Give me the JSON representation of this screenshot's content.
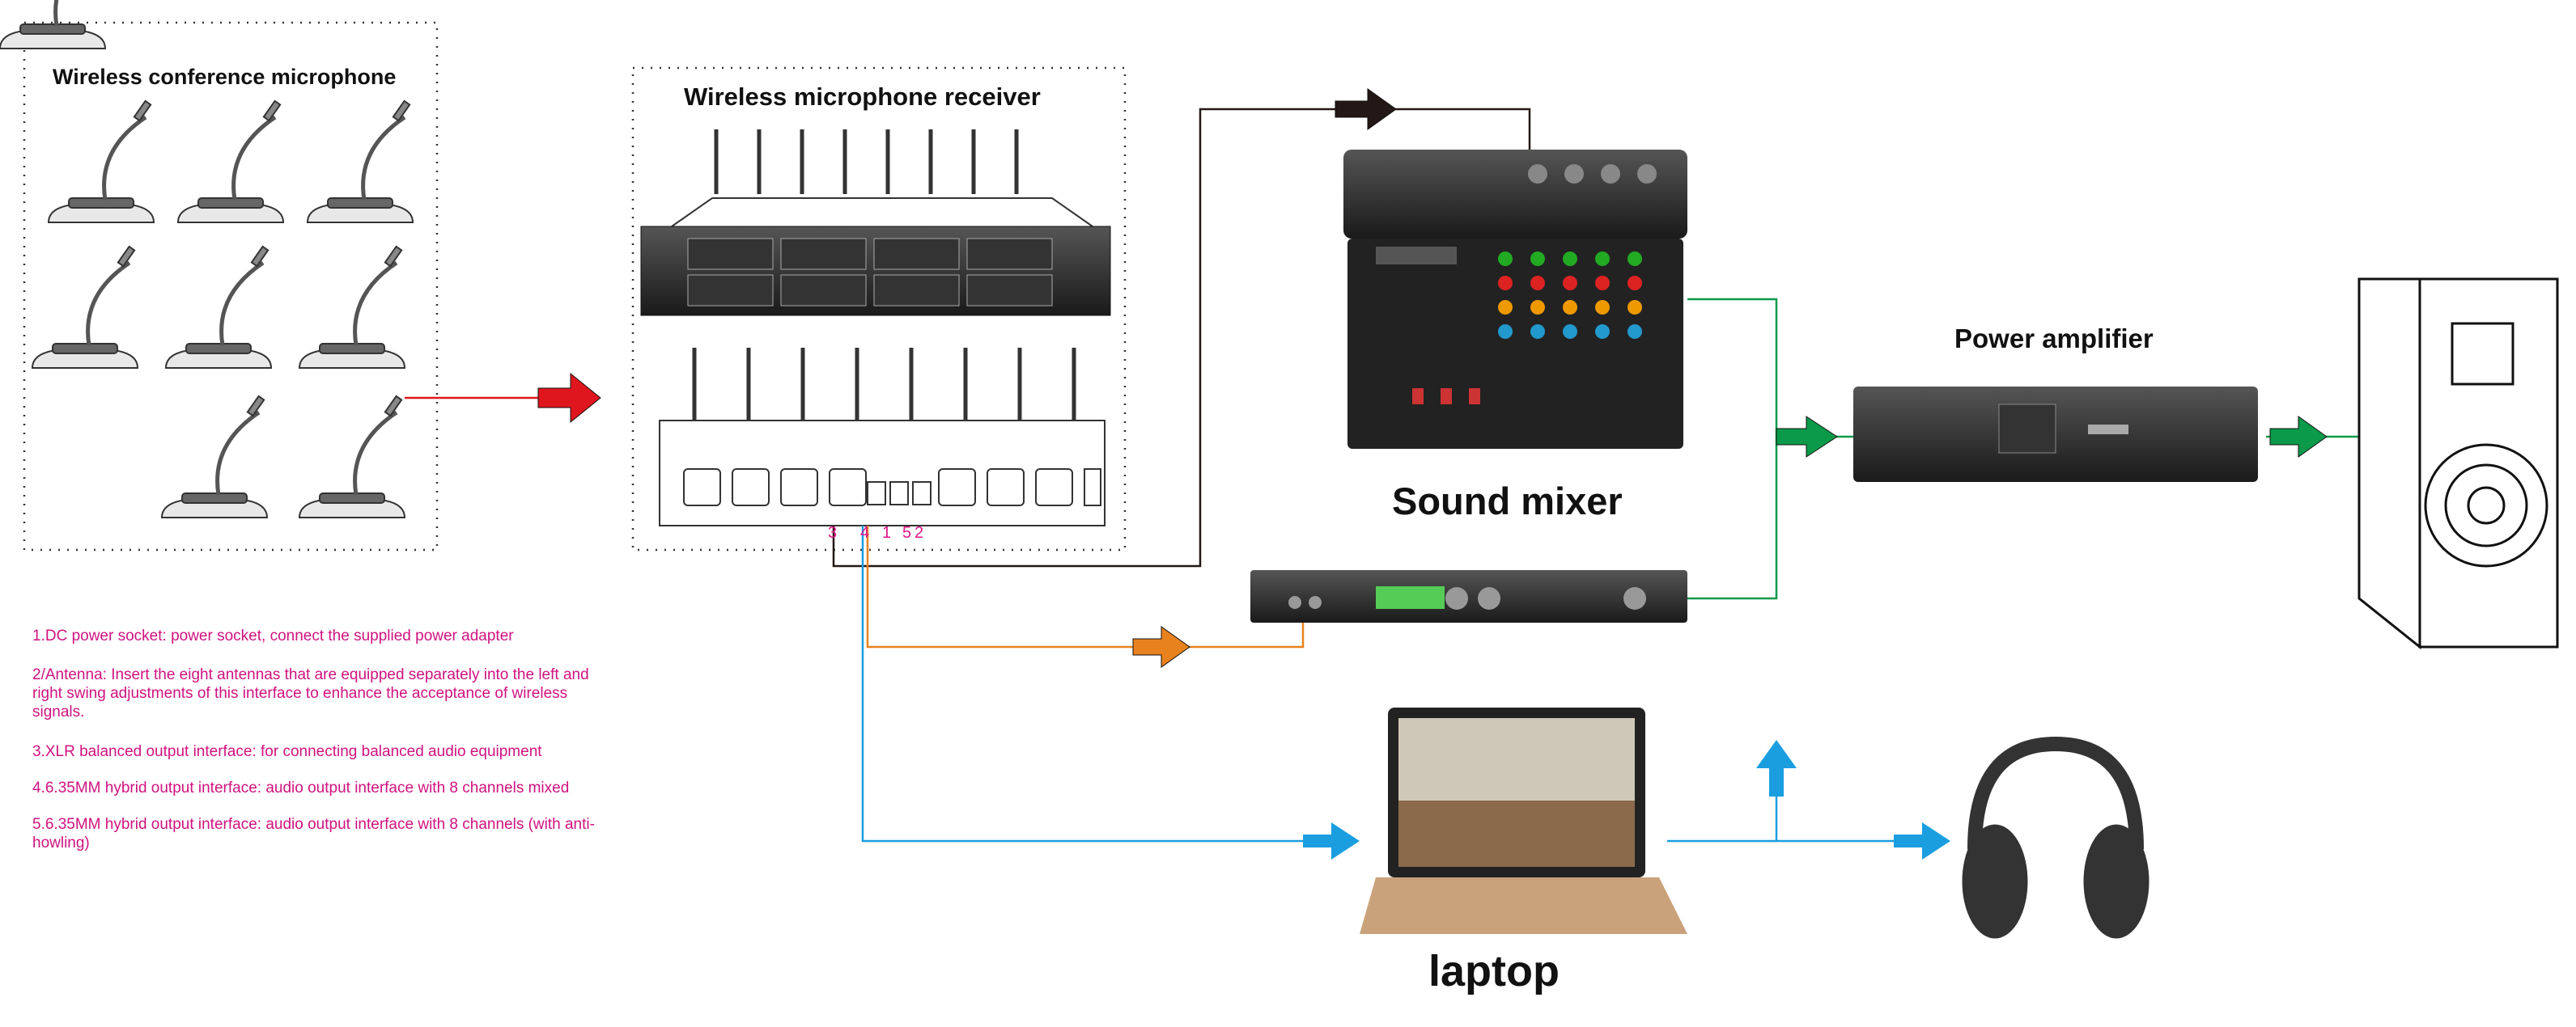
{
  "titles": {
    "mic_group": "Wireless conference microphone",
    "receiver": "Wireless microphone receiver",
    "mixer": "Sound mixer",
    "amplifier": "Power amplifier",
    "laptop": "laptop"
  },
  "port_numbers": [
    "3",
    "4",
    "1",
    "5",
    "2"
  ],
  "notes": [
    "1.DC power socket: power socket, connect the supplied power adapter",
    "2/Antenna: Insert the eight antennas that are equipped separately into the left and right swing adjustments of this interface to enhance the acceptance of wireless signals.",
    "3.XLR balanced output interface: for connecting balanced audio equipment",
    "4.6.35MM hybrid output interface: audio output interface with 8 channels mixed",
    "5.6.35MM hybrid output interface: audio output interface with 8 channels (with anti-howling)"
  ],
  "colors": {
    "red_arrow": "#e0161e",
    "black_line": "#231815",
    "orange_line": "#e8821e",
    "blue_line": "#1a9ee0",
    "green_line": "#0a9a4a",
    "note_text": "#d0127f"
  },
  "connections": [
    {
      "from": "Wireless conference microphone",
      "to": "Wireless microphone receiver",
      "color": "red"
    },
    {
      "from": "Wireless microphone receiver",
      "to": "Sound mixer",
      "color": "black"
    },
    {
      "from": "Wireless microphone receiver",
      "to": "processor",
      "color": "orange"
    },
    {
      "from": "Wireless microphone receiver",
      "to": "laptop",
      "color": "blue"
    },
    {
      "from": "Sound mixer",
      "to": "Power amplifier",
      "color": "green"
    },
    {
      "from": "Power amplifier",
      "to": "speaker",
      "color": "green"
    },
    {
      "from": "laptop",
      "to": "headphones",
      "color": "blue"
    }
  ]
}
